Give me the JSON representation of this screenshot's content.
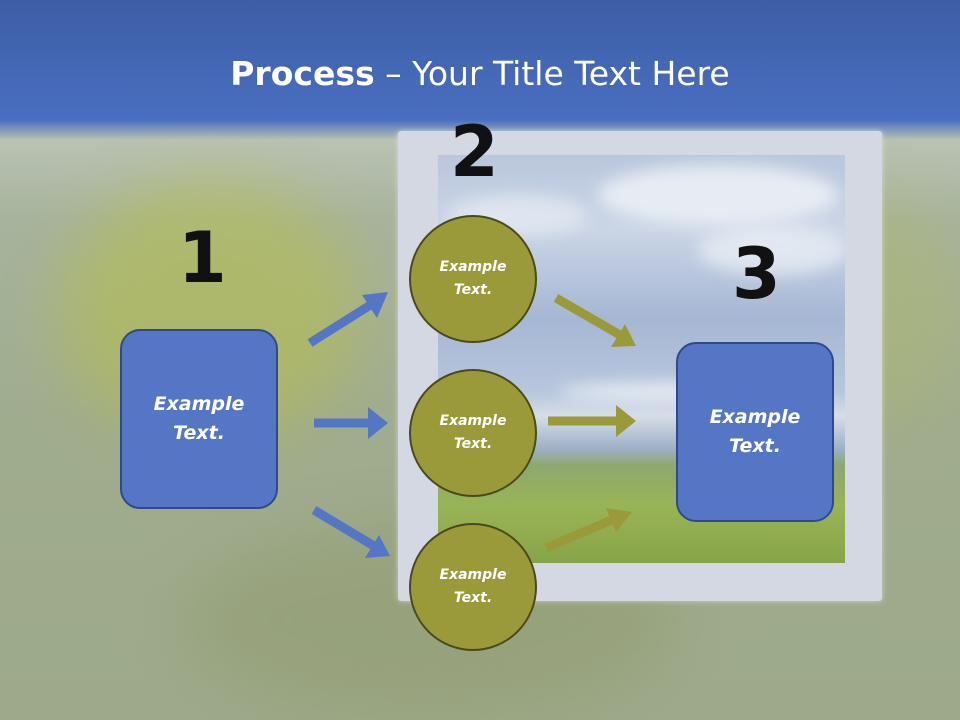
{
  "title": {
    "bold": "Process",
    "rest": " – Your Title Text Here"
  },
  "steps": [
    {
      "number": "1",
      "box": {
        "line1": "Example",
        "line2": "Text."
      }
    },
    {
      "number": "2",
      "circles": [
        {
          "line1": "Example",
          "line2": "Text."
        },
        {
          "line1": "Example",
          "line2": "Text."
        },
        {
          "line1": "Example",
          "line2": "Text."
        }
      ]
    },
    {
      "number": "3",
      "box": {
        "line1": "Example",
        "line2": "Text."
      }
    }
  ],
  "colors": {
    "header": "#4a6fc0",
    "box_fill": "#5576c4",
    "circle_fill": "#9a9a3a",
    "arrow_blue": "#5576c4",
    "arrow_olive": "#9a9a3a"
  },
  "icons": {
    "arrow": "right-arrow-icon"
  }
}
